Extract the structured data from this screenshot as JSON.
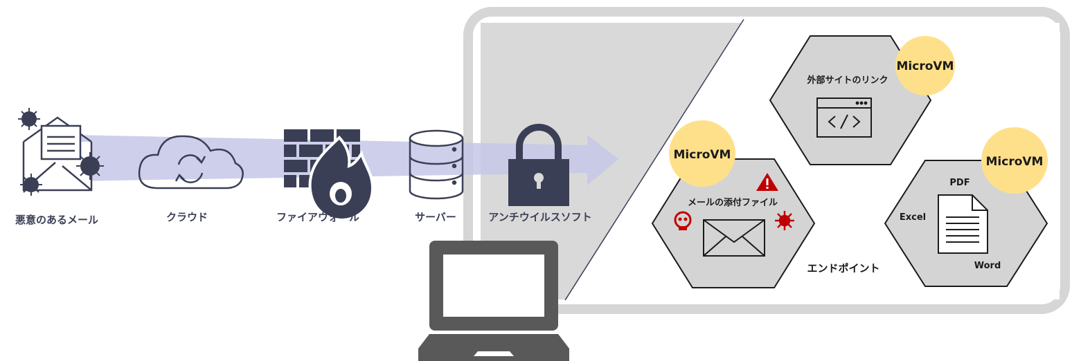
{
  "flow": {
    "malicious_mail": "悪意のあるメール",
    "cloud": "クラウド",
    "firewall": "ファイアウォール",
    "server": "サーバー",
    "antivirus": "アンチウイルスソフト"
  },
  "endpoint": {
    "label": "エンドポイント",
    "microvm_badge": "MicroVM",
    "external_link": {
      "title": "外部サイトのリンク",
      "badge": "MicroVM"
    },
    "mail_attachment": {
      "title": "メールの添付ファイル",
      "badge": "MicroVM"
    },
    "documents": {
      "badge": "MicroVM",
      "pdf": "PDF",
      "excel": "Excel",
      "word": "Word"
    }
  },
  "colors": {
    "icon_dark": "#3b3f55",
    "flow_arrow": "#c5c7e6",
    "panel_bg": "#d9d9d9",
    "hex_fill": "#d4d4d4",
    "badge": "#ffe08a",
    "alert_red": "#c00000",
    "laptop": "#595959"
  }
}
